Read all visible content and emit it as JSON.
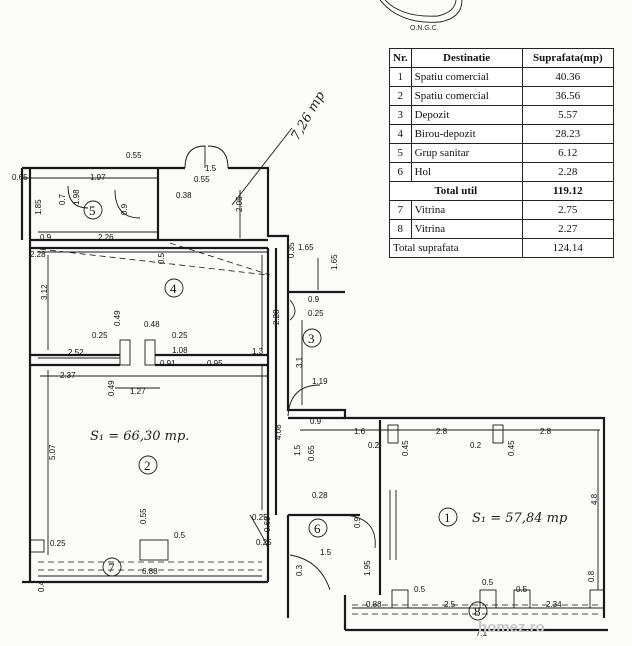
{
  "table": {
    "headers": [
      "Nr.",
      "Destinatie",
      "Suprafata(mp)"
    ],
    "rows": [
      {
        "nr": "1",
        "dest": "Spatiu comercial",
        "val": "40.36"
      },
      {
        "nr": "2",
        "dest": "Spatiu comercial",
        "val": "36.56"
      },
      {
        "nr": "3",
        "dest": "Depozit",
        "val": "5.57"
      },
      {
        "nr": "4",
        "dest": "Birou-depozit",
        "val": "28.23"
      },
      {
        "nr": "5",
        "dest": "Grup sanitar",
        "val": "6.12"
      },
      {
        "nr": "6",
        "dest": "Hol",
        "val": "2.28"
      }
    ],
    "total_util": {
      "label": "Total util",
      "val": "119.12"
    },
    "rows2": [
      {
        "nr": "7",
        "dest": "Vitrina",
        "val": "2.75"
      },
      {
        "nr": "8",
        "dest": "Vitrina",
        "val": "2.27"
      }
    ],
    "total": {
      "label": "Total suprafata",
      "val": "124.14"
    }
  },
  "rooms": {
    "r1": "1",
    "r2": "2",
    "r3": "3",
    "r4": "4",
    "r5": "5",
    "r6": "6",
    "r7": "7",
    "r8": "8"
  },
  "handwritten": {
    "area_top": "7,26 mp",
    "area_left": "S₁ = 66,30 mp.",
    "area_right": "S₁ = 57,84 mp"
  },
  "dimensions": {
    "d0_55a": "0.55",
    "d1_5": "1.5",
    "d0_65": "0.65",
    "d1_97": "1.97",
    "d0_55b": "0.55",
    "d0_38": "0.38",
    "d1_85": "1.85",
    "d0_7": "0.7",
    "d1_98": "1.98",
    "d0_9a": "0.9",
    "d2_05": "2.05",
    "d0_9b": "0.9",
    "d2_26": "2.26",
    "d2_28a": "2.28",
    "d0_5a": "0.5",
    "d1_65a": "1.65",
    "d0_35": "0.35",
    "d1_65b": "1.65",
    "d3_12": "3.12",
    "d0_9c": "0.9",
    "d0_25a": "0.25",
    "d2_28b": "2.28",
    "d0_25b": "0.25",
    "d0_49a": "0.49",
    "d0_48": "0.48",
    "d0_25c": "0.25",
    "d2_52": "2.52",
    "d1_08": "1.08",
    "d1_3": "1.3",
    "d0_91": "0.91",
    "d0_95": "0.95",
    "d3_1": "3.1",
    "d2_37": "2.37",
    "d0_49b": "0.49",
    "d1_27": "1.27",
    "d1_19": "1.19",
    "d0_9d": "0.9",
    "d1_6": "1.6",
    "d2_8a": "2.8",
    "d0_2a": "0.2",
    "d2_8b": "2.8",
    "d0_2b": "0.2",
    "d0_45a": "0.45",
    "d0_45b": "0.45",
    "d5_07": "5.07",
    "d4_08": "4.08",
    "d1_5v": "1.5",
    "d0_65v": "0.65",
    "d0_28": "0.28",
    "d4_8": "4.8",
    "d0_25d": "0.25",
    "d0_55c": "0.55",
    "d0_5b": "0.5",
    "d0_25e": "0.25",
    "d0_69": "0.69",
    "d0_25f": "0.25",
    "d0_9e": "0.9",
    "d1_5b": "1.5",
    "d6_88": "6.88",
    "d0_4": "0.4",
    "d0_3": "0.3",
    "d1_95": "1.95",
    "d0_5c": "0.5",
    "d0_5d": "0.5",
    "d0_5e": "0.5",
    "d0_8": "0.8",
    "d0_88": "0.88",
    "d2_5": "2.5",
    "d2_34": "2.34",
    "d7_1": "7.1"
  },
  "stamp": {
    "text": "O.N.G.C."
  },
  "watermark": {
    "text": "homez.ro"
  }
}
